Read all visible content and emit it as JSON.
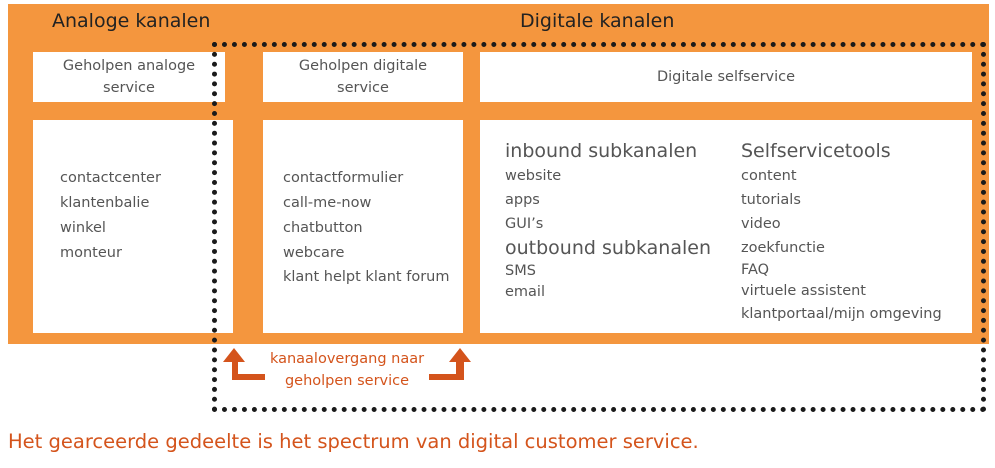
{
  "headers": {
    "analog": "Analoge kanalen",
    "digital": "Digitale kanalen"
  },
  "categories": {
    "analog": "Geholpen analoge service",
    "digital_assisted": "Geholpen digitale service",
    "selfservice": "Digitale selfservice"
  },
  "analog_items": [
    "contactcenter",
    "klantenbalie",
    "winkel",
    "monteur"
  ],
  "digital_assisted_items": [
    "contactformulier",
    "call-me-now",
    "chatbutton",
    "webcare",
    "klant helpt klant forum"
  ],
  "inbound": {
    "title": "inbound subkanalen",
    "items": [
      "website",
      "apps",
      "GUI’s"
    ]
  },
  "outbound": {
    "title": "outbound subkanalen",
    "items": [
      "SMS",
      "email"
    ]
  },
  "tools": {
    "title": "Selfservicetools",
    "items": [
      "content",
      "tutorials",
      "video",
      "zoekfunctie",
      "FAQ",
      "virtuele assistent",
      "klantportaal/mijn omgeving"
    ]
  },
  "transition_label": "kanaalovergang naar geholpen service",
  "caption": "Het gearceerde gedeelte is het spectrum van digital customer service.",
  "colors": {
    "orange": "#f4963e",
    "accent": "#d4541c",
    "text": "#555555"
  }
}
